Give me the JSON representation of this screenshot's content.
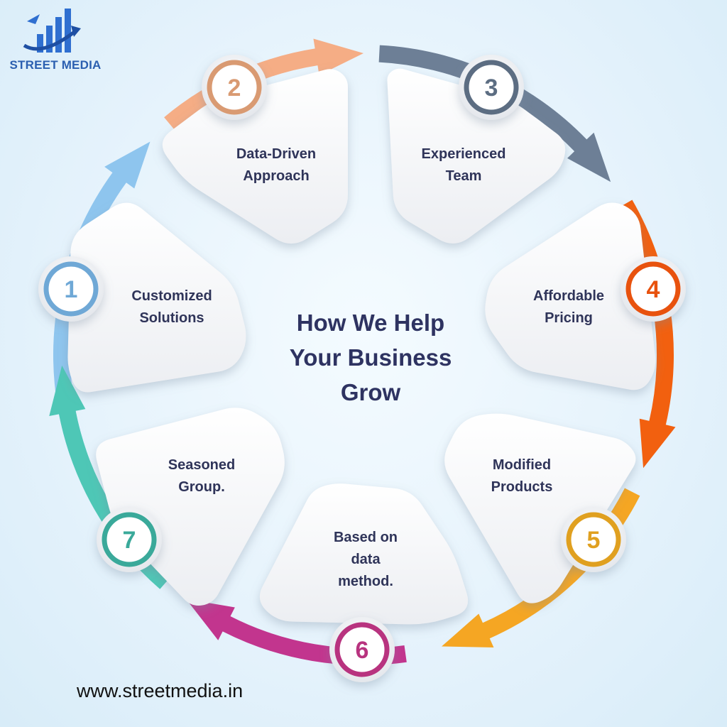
{
  "brand": {
    "name": "STREET MEDIA",
    "icon": "rising-bars-arrow-logo",
    "color": "#2b5fb0"
  },
  "title": "How We Help\nYour Business\nGrow",
  "website": "www.streetmedia.in",
  "steps": [
    {
      "number": "1",
      "label": "Customized\nSolutions",
      "color": "#6fa8d6"
    },
    {
      "number": "2",
      "label": "Data-Driven\nApproach",
      "color": "#d99a72"
    },
    {
      "number": "3",
      "label": "Experienced\nTeam",
      "color": "#5c6d82"
    },
    {
      "number": "4",
      "label": "Affordable\nPricing",
      "color": "#e8520e"
    },
    {
      "number": "5",
      "label": "Modified\nProducts",
      "color": "#e0a020"
    },
    {
      "number": "6",
      "label": "Based on\ndata\nmethod.",
      "color": "#b8337f"
    },
    {
      "number": "7",
      "label": "Seasoned\nGroup.",
      "color": "#3aa99a"
    }
  ],
  "arc_colors": [
    "#8ec5ee",
    "#f5ad85",
    "#6d7f96",
    "#f2600f",
    "#f5a623",
    "#c2358e",
    "#4ec7b6"
  ]
}
